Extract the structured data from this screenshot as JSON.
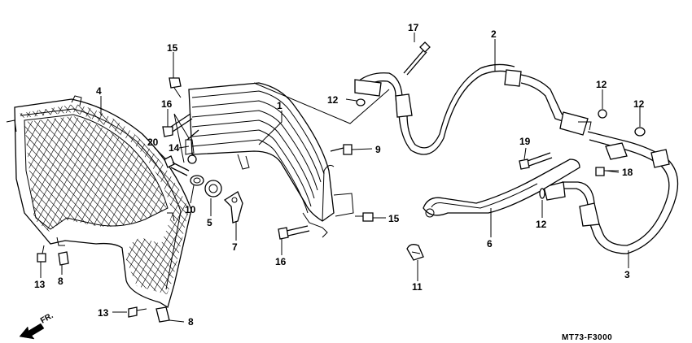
{
  "callouts": [
    {
      "id": "c1",
      "text": "1"
    },
    {
      "id": "c2",
      "text": "2"
    },
    {
      "id": "c3",
      "text": "3"
    },
    {
      "id": "c4",
      "text": "4"
    },
    {
      "id": "c5",
      "text": "5"
    },
    {
      "id": "c6",
      "text": "6"
    },
    {
      "id": "c7",
      "text": "7"
    },
    {
      "id": "c8a",
      "text": "8"
    },
    {
      "id": "c8b",
      "text": "8"
    },
    {
      "id": "c9",
      "text": "9"
    },
    {
      "id": "c10",
      "text": "10"
    },
    {
      "id": "c11",
      "text": "11"
    },
    {
      "id": "c12a",
      "text": "12"
    },
    {
      "id": "c12b",
      "text": "12"
    },
    {
      "id": "c12c",
      "text": "12"
    },
    {
      "id": "c12d",
      "text": "12"
    },
    {
      "id": "c13a",
      "text": "13"
    },
    {
      "id": "c13b",
      "text": "13"
    },
    {
      "id": "c14",
      "text": "14"
    },
    {
      "id": "c15a",
      "text": "15"
    },
    {
      "id": "c15b",
      "text": "15"
    },
    {
      "id": "c16a",
      "text": "16"
    },
    {
      "id": "c16b",
      "text": "16"
    },
    {
      "id": "c17",
      "text": "17"
    },
    {
      "id": "c18",
      "text": "18"
    },
    {
      "id": "c19",
      "text": "19"
    },
    {
      "id": "c20",
      "text": "20"
    }
  ],
  "direction_label": "FR.",
  "diagram_code": "MT73-F3000"
}
